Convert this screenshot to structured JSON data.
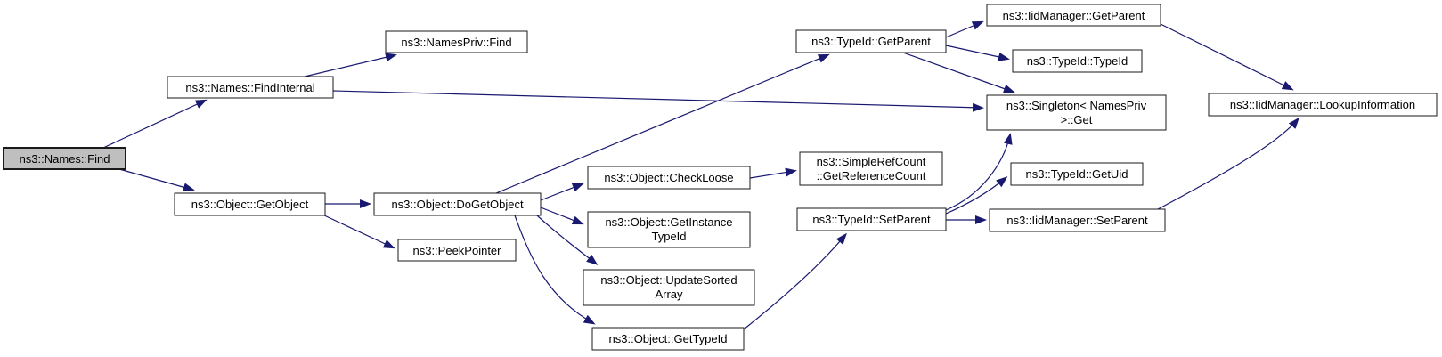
{
  "diagram": {
    "kind": "call-graph",
    "colors": {
      "edge": "#191970",
      "node_fill": "#ffffff",
      "node_border": "#1a1a1a",
      "root_fill": "#bfbfbf",
      "text": "#000000"
    },
    "nodes": {
      "find": {
        "label": "ns3::Names::Find"
      },
      "find_internal": {
        "label": "ns3::Names::FindInternal"
      },
      "namespriv_find": {
        "label": "ns3::NamesPriv::Find"
      },
      "get_object": {
        "label": "ns3::Object::GetObject"
      },
      "do_get_object": {
        "label": "ns3::Object::DoGetObject"
      },
      "peek_pointer": {
        "label": "ns3::PeekPointer"
      },
      "check_loose": {
        "label": "ns3::Object::CheckLoose"
      },
      "get_reference_count": {
        "line1": "ns3::SimpleRefCount",
        "line2": "::GetReferenceCount"
      },
      "get_instance_type_id": {
        "line1": "ns3::Object::GetInstance",
        "line2": "TypeId"
      },
      "update_sorted_array": {
        "line1": "ns3::Object::UpdateSorted",
        "line2": "Array"
      },
      "get_type_id": {
        "label": "ns3::Object::GetTypeId"
      },
      "typeid_get_parent": {
        "label": "ns3::TypeId::GetParent"
      },
      "iid_get_parent": {
        "label": "ns3::IidManager::GetParent"
      },
      "typeid_typeid": {
        "label": "ns3::TypeId::TypeId"
      },
      "singleton_get": {
        "line1": "ns3::Singleton< NamesPriv",
        "line2": ">::Get"
      },
      "typeid_get_uid": {
        "label": "ns3::TypeId::GetUid"
      },
      "typeid_set_parent": {
        "label": "ns3::TypeId::SetParent"
      },
      "iid_set_parent": {
        "label": "ns3::IidManager::SetParent"
      },
      "lookup_information": {
        "label": "ns3::IidManager::LookupInformation"
      }
    },
    "edges": [
      {
        "from": "find",
        "to": "find_internal"
      },
      {
        "from": "find",
        "to": "get_object"
      },
      {
        "from": "find_internal",
        "to": "namespriv_find"
      },
      {
        "from": "find_internal",
        "to": "singleton_get"
      },
      {
        "from": "get_object",
        "to": "do_get_object"
      },
      {
        "from": "get_object",
        "to": "peek_pointer"
      },
      {
        "from": "do_get_object",
        "to": "typeid_get_parent"
      },
      {
        "from": "do_get_object",
        "to": "check_loose"
      },
      {
        "from": "do_get_object",
        "to": "get_instance_type_id"
      },
      {
        "from": "do_get_object",
        "to": "update_sorted_array"
      },
      {
        "from": "do_get_object",
        "to": "get_type_id"
      },
      {
        "from": "check_loose",
        "to": "get_reference_count"
      },
      {
        "from": "typeid_get_parent",
        "to": "iid_get_parent"
      },
      {
        "from": "typeid_get_parent",
        "to": "typeid_typeid"
      },
      {
        "from": "typeid_get_parent",
        "to": "singleton_get"
      },
      {
        "from": "iid_get_parent",
        "to": "lookup_information"
      },
      {
        "from": "get_type_id",
        "to": "typeid_set_parent"
      },
      {
        "from": "typeid_set_parent",
        "to": "iid_set_parent"
      },
      {
        "from": "typeid_set_parent",
        "to": "typeid_get_uid"
      },
      {
        "from": "typeid_set_parent",
        "to": "singleton_get"
      },
      {
        "from": "iid_set_parent",
        "to": "lookup_information"
      }
    ]
  }
}
